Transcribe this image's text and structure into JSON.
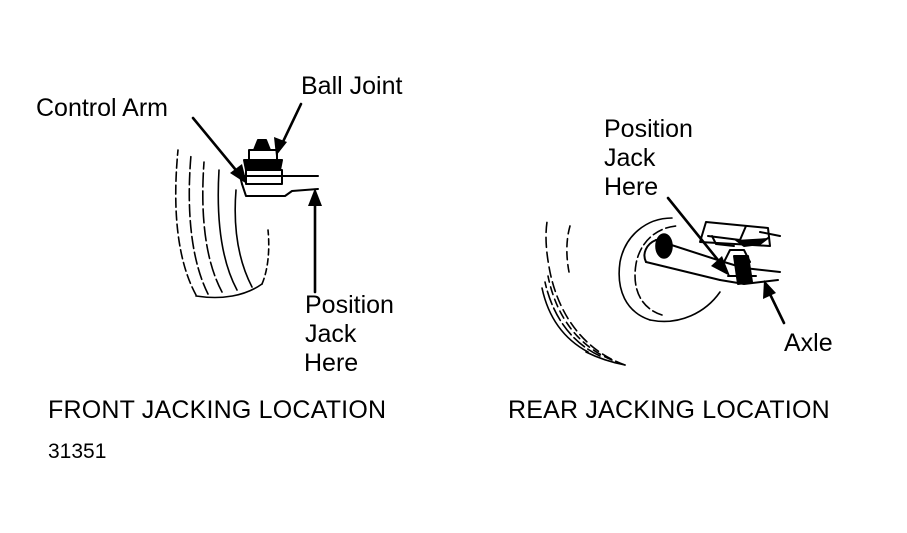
{
  "front": {
    "label_control_arm": "Control Arm",
    "label_ball_joint": "Ball Joint",
    "label_position_line1": "Position",
    "label_position_line2": "Jack",
    "label_position_line3": "Here",
    "caption": "FRONT JACKING LOCATION"
  },
  "rear": {
    "label_position_line1": "Position",
    "label_position_line2": "Jack",
    "label_position_line3": "Here",
    "label_axle": "Axle",
    "caption": "REAR JACKING LOCATION"
  },
  "figure_number": "31351"
}
